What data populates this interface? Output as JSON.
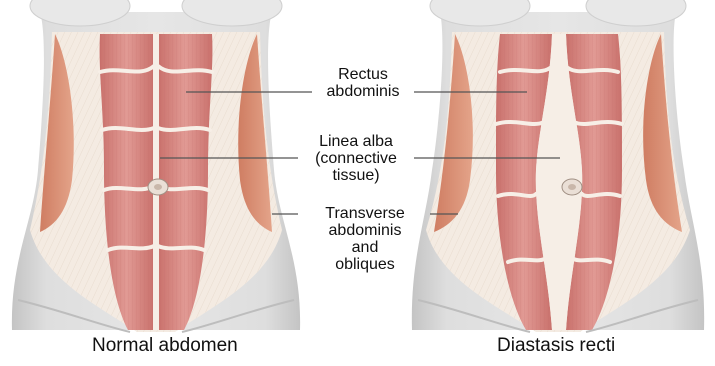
{
  "labels": {
    "rectus_line1": "Rectus",
    "rectus_line2": "abdominis",
    "linea_line1": "Linea alba",
    "linea_line2": "(connective",
    "linea_line3": "tissue)",
    "transverse_line1": "Transverse",
    "transverse_line2": "abdominis",
    "transverse_line3": "and",
    "transverse_line4": "obliques"
  },
  "captions": {
    "left": "Normal abdomen",
    "right": "Diastasis recti"
  },
  "colors": {
    "skin": "#dcdcdc",
    "skin_shadow": "#c9c9c9",
    "fascia": "#f3e9df",
    "muscle": "#d98b86",
    "muscle_dark": "#c7706c",
    "oblique": "#d88a6f",
    "tendon": "#f6eee6",
    "leader_line": "#555555"
  }
}
